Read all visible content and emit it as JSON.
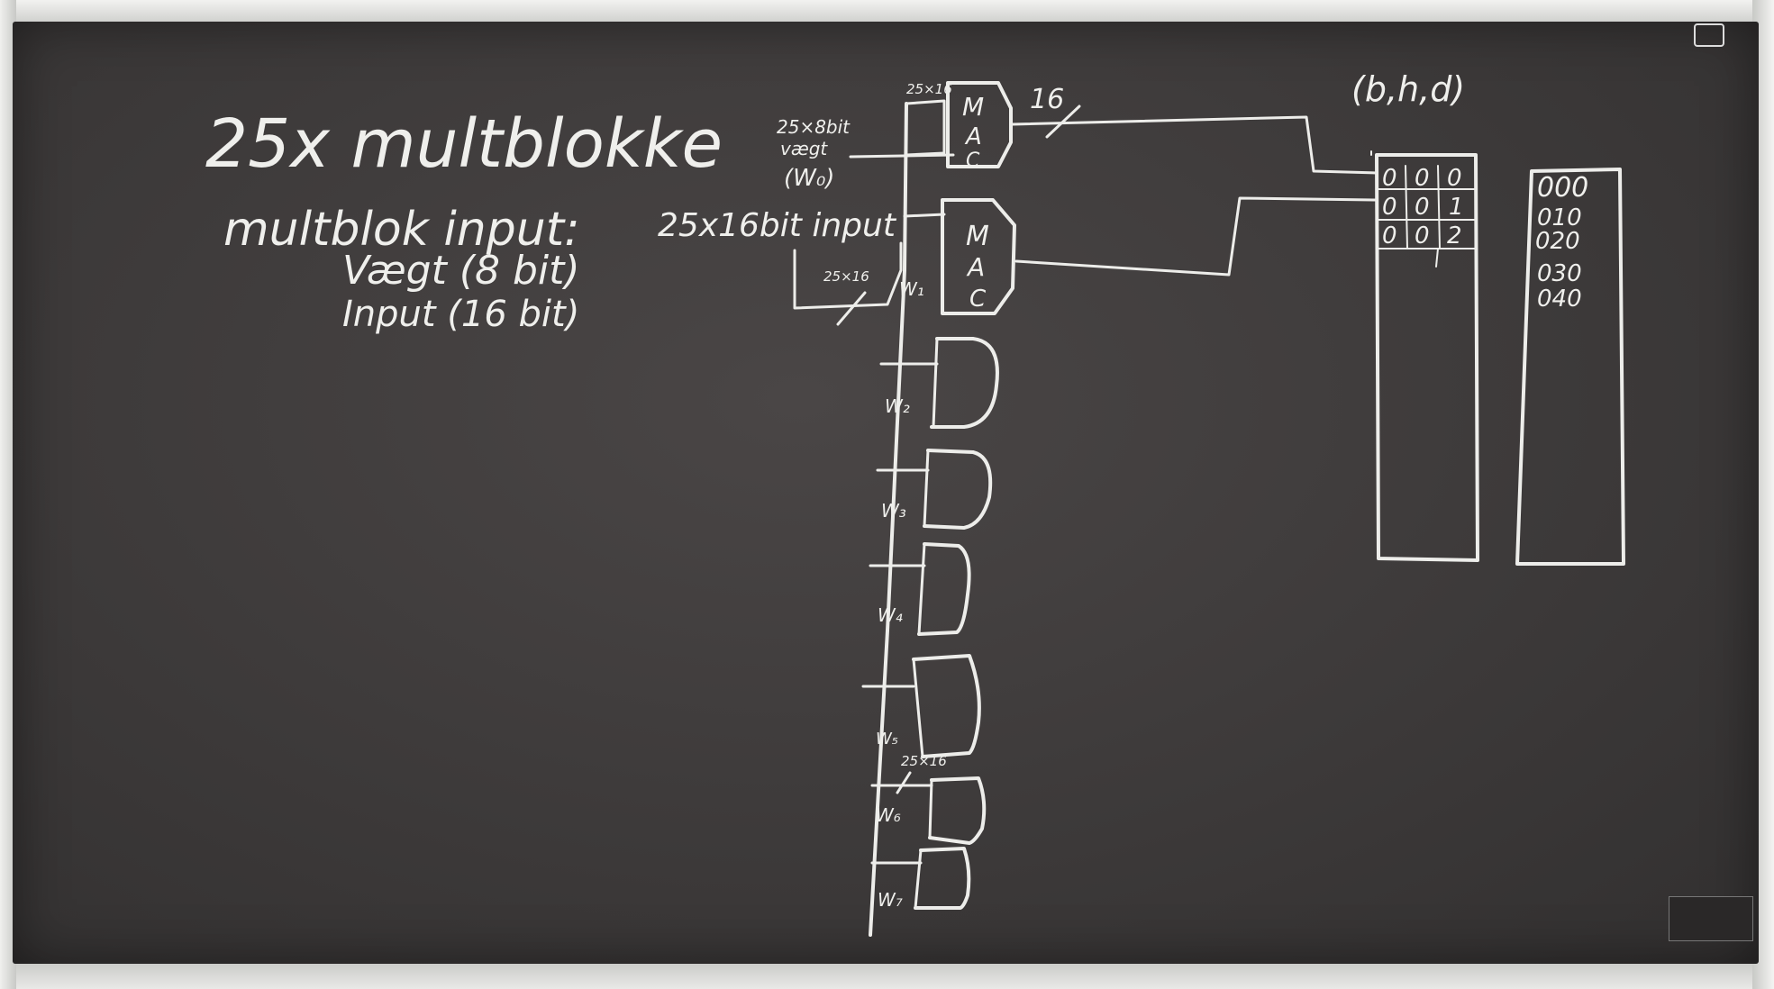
{
  "heading": "25x multblokke",
  "definition": {
    "label": "multblok input:",
    "items": [
      "Vægt (8 bit)",
      "Input (16 bit)"
    ]
  },
  "bus_label": "25x16bit input",
  "weight_note": [
    "25×8bit",
    "vægt",
    "(W₀)"
  ],
  "small_labels": {
    "top_width": "25×16",
    "mid_width": "25×16",
    "lower_width": "25×16",
    "mac_out_width": "16",
    "w1": "W₁"
  },
  "mac_letters": [
    "M",
    "A",
    "C"
  ],
  "block_weights": [
    "W₂",
    "W₃",
    "W₄",
    "W₅",
    "W₆",
    "W₇"
  ],
  "tensor_dims": "(b,h,d)",
  "grid": {
    "rows": [
      [
        "0",
        "0",
        "0"
      ],
      [
        "0",
        "0",
        "1"
      ],
      [
        "0",
        "0",
        "2"
      ]
    ]
  },
  "column_values": [
    "000",
    "010",
    "020",
    "030",
    "040"
  ]
}
